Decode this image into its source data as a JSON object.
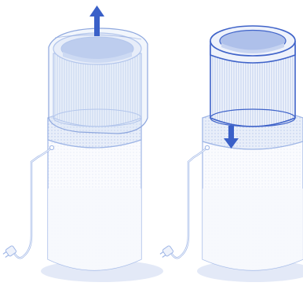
{
  "diagram": {
    "panels": [
      {
        "id": "remove",
        "step": "lift-filter-out",
        "arrow_direction": "up",
        "has_protective_bag": true
      },
      {
        "id": "install",
        "step": "lower-filter-in",
        "arrow_direction": "down",
        "has_protective_bag": false
      }
    ],
    "icons": [
      "up-arrow-icon",
      "down-arrow-icon",
      "power-plug-icon"
    ],
    "colors": {
      "outline": "#3f63c9",
      "outline_light": "#9fb6e6",
      "fill_light": "#eef2fb",
      "fill_medium": "#d9e2f5",
      "filter_top": "#aec0ea",
      "arrow": "#3a60c8",
      "shadow": "#e3e9f7"
    }
  }
}
